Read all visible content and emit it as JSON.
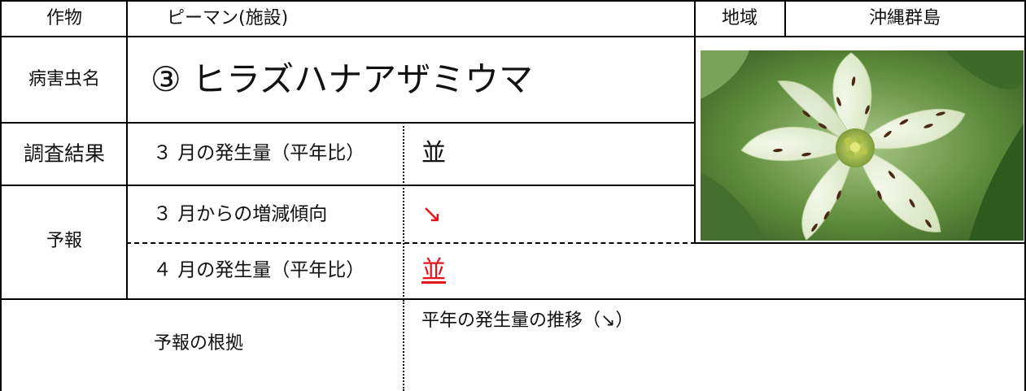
{
  "header": {
    "crop_label": "作物",
    "crop_value": "ピーマン(施設)",
    "region_label": "地域",
    "region_value": "沖縄群島"
  },
  "pest": {
    "label": "病害虫名",
    "name": "③ ヒラズハナアザミウマ"
  },
  "survey": {
    "label": "調査結果",
    "item": "３ 月の発生量（平年比）",
    "value": "並"
  },
  "forecast": {
    "label": "予報",
    "trend_item": "３ 月からの増減傾向",
    "trend_value": "↘",
    "amount_item": "４ 月の発生量（平年比）",
    "amount_value": "並"
  },
  "basis": {
    "label": "予報の根拠",
    "text": "平年の発生量の推移（↘）"
  },
  "photo": {
    "subject": "flower-with-thrips",
    "colors": {
      "background": "#3f6a2a",
      "petal": "#e6efd6",
      "center": "#9ebd52",
      "insect": "#4a2a14"
    }
  },
  "colors": {
    "accent_red": "#e8141c",
    "border": "#000000"
  }
}
